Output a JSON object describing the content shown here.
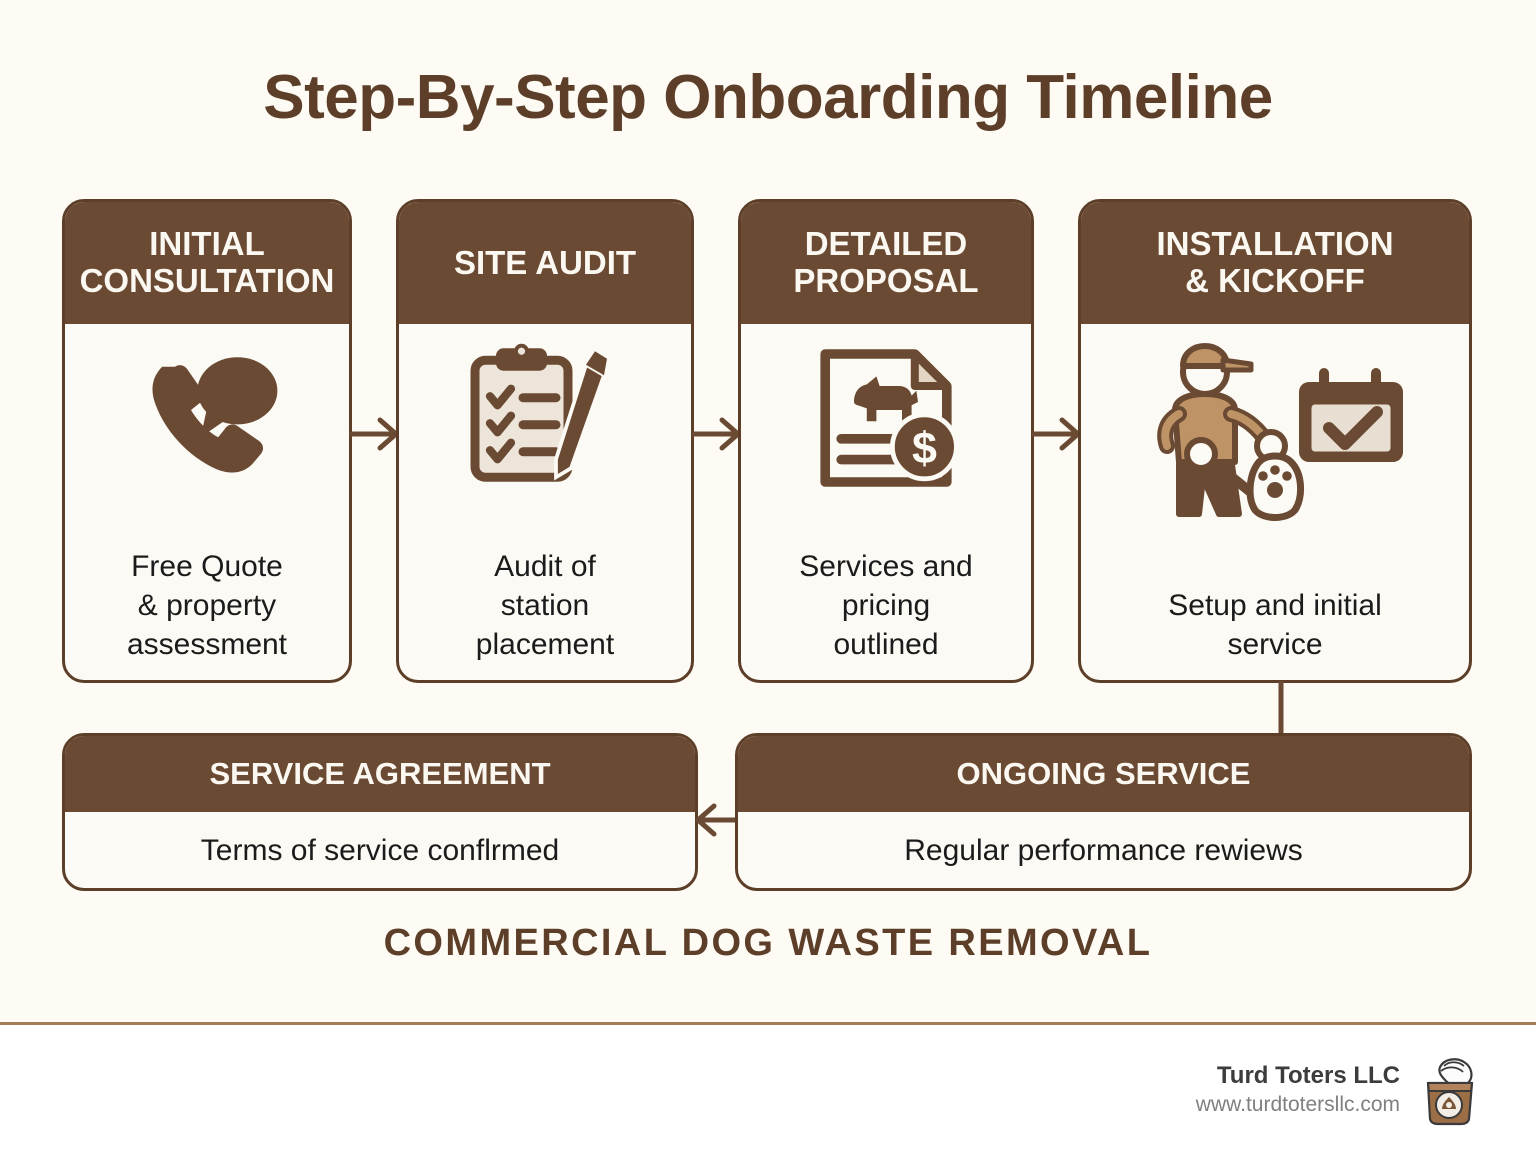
{
  "title": "Step-By-Step Onboarding Timeline",
  "subtitle": "COMMERCIAL DOG WASTE REMOVAL",
  "colors": {
    "background": "#FDFBF4",
    "header_brown": "#6B4A33",
    "dark_brown": "#5D3F29",
    "card_body": "#FCFAF4",
    "divider": "#A37E55",
    "caption_text": "#1B1B1B",
    "footer_company_text": "#3C3C3C",
    "footer_url_text": "#808080"
  },
  "steps": [
    {
      "id": "initial-consultation",
      "header": "INITIAL\nCONSULTATION",
      "header_line1": "INITIAL",
      "header_line2": "CONSULTATION",
      "icon": "phone-speech-bubble-icon",
      "caption": "Free Quote\n& property\nassessment",
      "caption_line1": "Free Quote",
      "caption_line2": "& property",
      "caption_line3": "assessment"
    },
    {
      "id": "site-audit",
      "header": "SITE AUDIT",
      "header_line1": "SITE AUDIT",
      "header_line2": "",
      "icon": "clipboard-checklist-pen-icon",
      "caption": "Audit of\nstation\nplacement",
      "caption_line1": "Audit of",
      "caption_line2": "station",
      "caption_line3": "placement"
    },
    {
      "id": "detailed-proposal",
      "header": "DETAILED\nPROPOSAL",
      "header_line1": "DETAILED",
      "header_line2": "PROPOSAL",
      "icon": "document-dog-dollar-icon",
      "caption": "Services and\npricing\noutlined",
      "caption_line1": "Services and",
      "caption_line2": "pricing",
      "caption_line3": "outlined"
    },
    {
      "id": "installation-kickoff",
      "header": "INSTALLATION\n& KICKOFF",
      "header_line1": "INSTALLATION",
      "header_line2": "& KICKOFF",
      "icon": "worker-scooper-calendar-icon",
      "caption": "Setup and initial\nservice",
      "caption_line1": "Setup and initial",
      "caption_line2": "service",
      "caption_line3": ""
    },
    {
      "id": "service-agreement",
      "header": "SERVICE AGREEMENT",
      "header_line1": "SERVICE AGREEMENT",
      "header_line2": "",
      "icon": "",
      "caption": "Terms of service conflrmed",
      "caption_line1": "Terms of service conflrmed",
      "caption_line2": "",
      "caption_line3": ""
    },
    {
      "id": "ongoing-service",
      "header": "ONGOING SERVICE",
      "header_line1": "ONGOING SERVICE",
      "header_line2": "",
      "icon": "",
      "caption": "Regular performance rewiews",
      "caption_line1": "Regular performance rewiews",
      "caption_line2": "",
      "caption_line3": ""
    }
  ],
  "connectors": [
    {
      "id": "arrow-1",
      "from": "initial-consultation",
      "to": "site-audit",
      "direction": "right"
    },
    {
      "id": "arrow-2",
      "from": "site-audit",
      "to": "detailed-proposal",
      "direction": "right"
    },
    {
      "id": "arrow-3",
      "from": "detailed-proposal",
      "to": "installation-kickoff",
      "direction": "right"
    },
    {
      "id": "arrow-down",
      "from": "installation-kickoff",
      "to": "ongoing-service",
      "direction": "down"
    },
    {
      "id": "arrow-left",
      "from": "ongoing-service",
      "to": "service-agreement",
      "direction": "left"
    }
  ],
  "footer": {
    "company": "Turd Toters LLC",
    "url": "www.turdtotersllc.com",
    "logo_icon": "paper-bag-logo-icon"
  }
}
